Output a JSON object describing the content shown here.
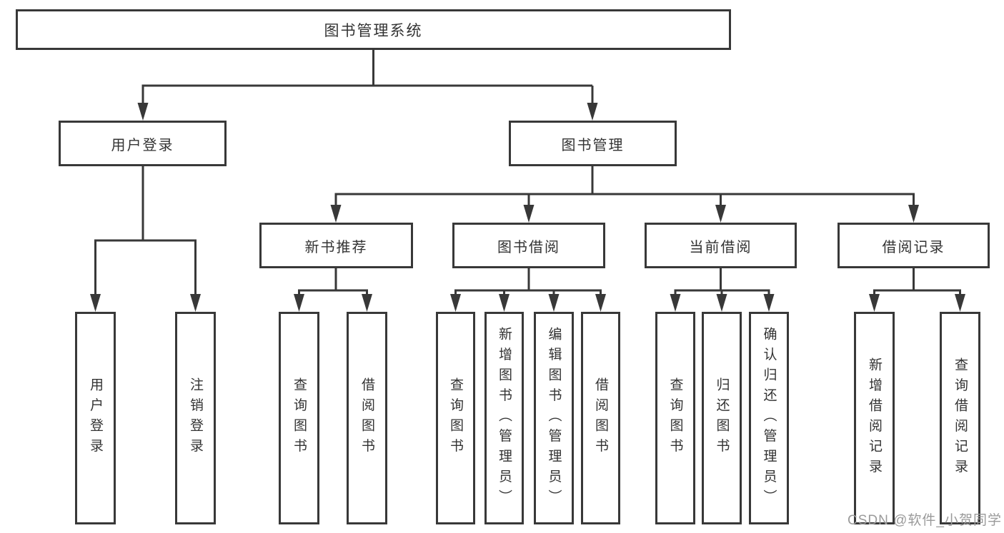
{
  "diagram": {
    "root": {
      "label": "图书管理系统"
    },
    "branches": [
      {
        "label": "用户登录",
        "children": [
          {
            "label": "用户登录"
          },
          {
            "label": "注销登录"
          }
        ]
      },
      {
        "label": "图书管理",
        "children": [
          {
            "label": "新书推荐",
            "children": [
              {
                "label": "查询图书"
              },
              {
                "label": "借阅图书"
              }
            ]
          },
          {
            "label": "图书借阅",
            "children": [
              {
                "label": "查询图书"
              },
              {
                "label": "新增图书（管理员）"
              },
              {
                "label": "编辑图书（管理员）"
              },
              {
                "label": "借阅图书"
              }
            ]
          },
          {
            "label": "当前借阅",
            "children": [
              {
                "label": "查询图书"
              },
              {
                "label": "归还图书"
              },
              {
                "label": "确认归还（管理员）"
              }
            ]
          },
          {
            "label": "借阅记录",
            "children": [
              {
                "label": "新增借阅记录"
              },
              {
                "label": "查询借阅记录"
              }
            ]
          }
        ]
      }
    ]
  },
  "watermark": {
    "text": "CSDN @软件_小贺同学"
  },
  "colors": {
    "line": "#383838",
    "text": "#333333",
    "watermark": "#9a9a9a",
    "background": "#ffffff"
  }
}
